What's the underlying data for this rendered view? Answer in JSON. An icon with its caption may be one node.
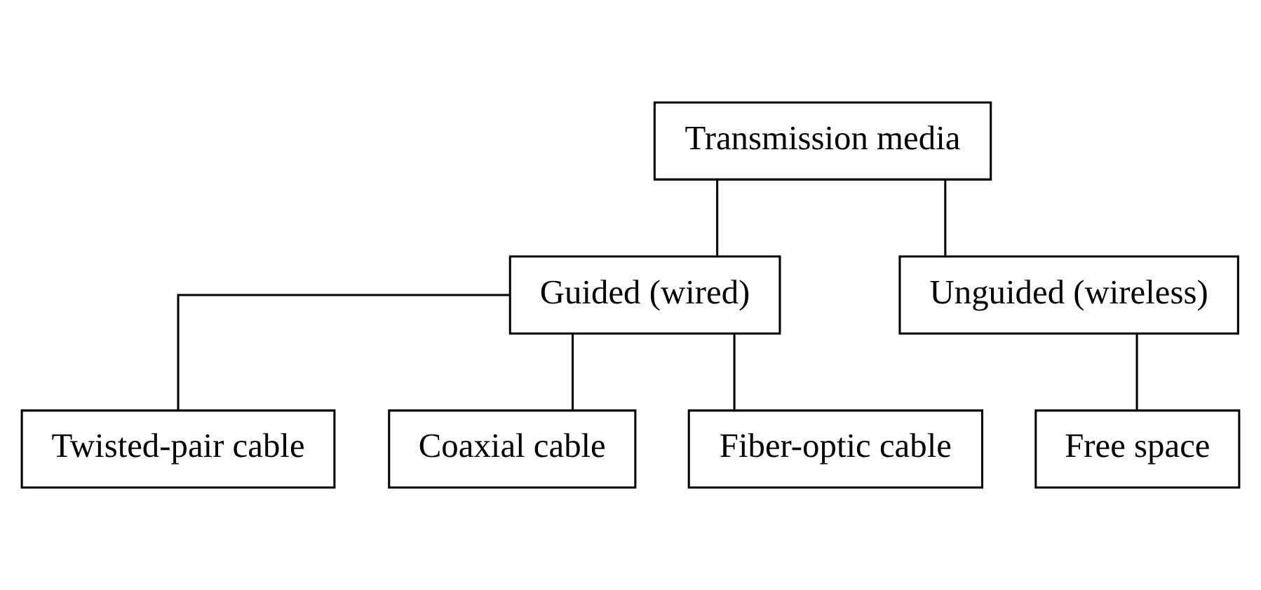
{
  "diagram": {
    "nodes": [
      {
        "text": [
          "Transmission media"
        ]
      },
      {
        "text": [
          "Guided (wired)"
        ]
      },
      {
        "text": [
          "Unguided (wireless)"
        ]
      },
      {
        "text": [
          "Twisted-pair cable"
        ]
      },
      {
        "text": [
          "Coaxial cable"
        ]
      },
      {
        "text": [
          "Fiber-optic cable"
        ]
      },
      {
        "text": [
          "Free space"
        ]
      }
    ],
    "edges": [
      {
        "from": 0,
        "to": 1,
        "arrow": "none"
      },
      {
        "from": 0,
        "to": 2,
        "arrow": "none"
      },
      {
        "from": 1,
        "to": 3,
        "arrow": "none"
      },
      {
        "from": 1,
        "to": 4,
        "arrow": "none"
      },
      {
        "from": 1,
        "to": 5,
        "arrow": "none"
      },
      {
        "from": 2,
        "to": 6,
        "arrow": "none"
      }
    ]
  }
}
